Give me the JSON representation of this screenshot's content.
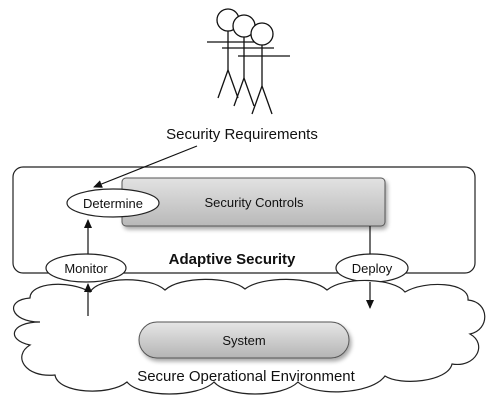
{
  "diagram": {
    "actors_label": "Security Requirements",
    "system_label": "Adaptive Security",
    "controls_label": "Security Controls",
    "determine_label": "Determine",
    "monitor_label": "Monitor",
    "deploy_label": "Deploy",
    "component_label": "System",
    "environment_label": "Secure Operational Environment"
  },
  "icons": {
    "actors": "stakeholders-icon"
  },
  "colors": {
    "stroke": "#222222",
    "controls_fill": "#c4c4c4",
    "system_fill": "#c8c8c8",
    "background": "#ffffff"
  }
}
